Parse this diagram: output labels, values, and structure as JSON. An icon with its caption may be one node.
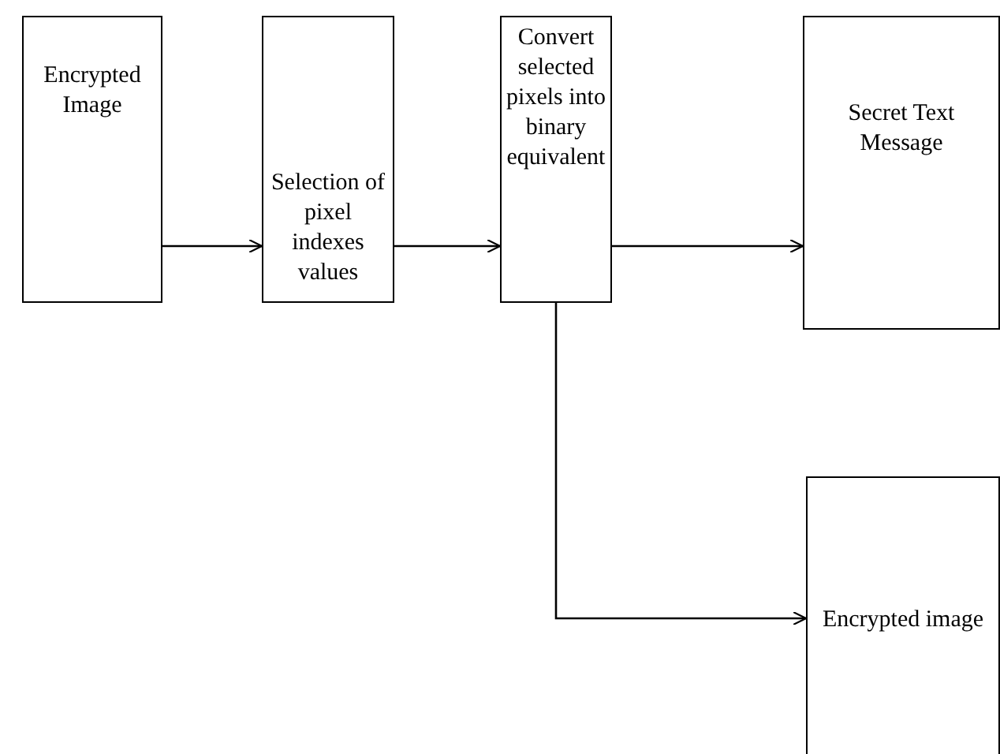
{
  "diagram": {
    "nodes": [
      {
        "text": [
          "Encrypted Image"
        ]
      },
      {
        "text": [
          "Selection of pixel indexes values"
        ]
      },
      {
        "text": [
          "Convert selected pixels into binary equivalent"
        ]
      },
      {
        "text": [
          "Secret Text Message"
        ]
      },
      {
        "text": [
          "Encrypted image"
        ]
      }
    ],
    "edges": [
      {
        "from": 0,
        "to": 1,
        "arrow": "to"
      },
      {
        "from": 1,
        "to": 2,
        "arrow": "to"
      },
      {
        "from": 2,
        "to": 3,
        "arrow": "to"
      },
      {
        "from": 2,
        "to": 4,
        "arrow": "to"
      }
    ]
  }
}
